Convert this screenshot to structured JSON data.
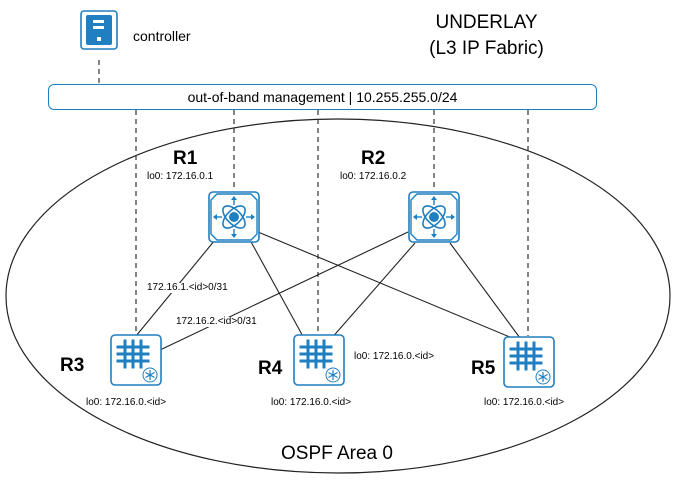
{
  "title": {
    "line1": "UNDERLAY",
    "line2": "(L3 IP Fabric)"
  },
  "controller": {
    "label": "controller",
    "icon": "server-icon"
  },
  "management": {
    "label": "out-of-band management | 10.255.255.0/24"
  },
  "area": {
    "label": "OSPF Area 0"
  },
  "spines": [
    {
      "name": "R1",
      "loopback": "lo0: 172.16.0.1",
      "icon": "spine-router-icon"
    },
    {
      "name": "R2",
      "loopback": "lo0: 172.16.0.2",
      "icon": "spine-router-icon"
    }
  ],
  "leaves": [
    {
      "name": "R3",
      "loopback": "lo0: 172.16.0.<id>",
      "icon": "leaf-switch-icon"
    },
    {
      "name": "R4",
      "loopback": "lo0: 172.16.0.<id>",
      "icon": "leaf-switch-icon"
    },
    {
      "name": "R5",
      "loopback": "lo0: 172.16.0.<id>",
      "icon": "leaf-switch-icon"
    }
  ],
  "links": {
    "r1_subnet": "172.16.1.<id>0/31",
    "r2_subnet": "172.16.2.<id>0/31",
    "r4_extra_loopback": "lo0: 172.16.0.<id>"
  },
  "colors": {
    "accent": "#1f7fc0",
    "icon_fill": "#ffffff",
    "line": "#222222"
  }
}
